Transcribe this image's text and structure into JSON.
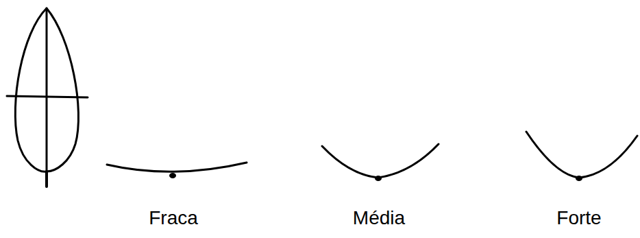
{
  "diagram": {
    "labels": [
      "Fraca",
      "Média",
      "Forte"
    ]
  }
}
